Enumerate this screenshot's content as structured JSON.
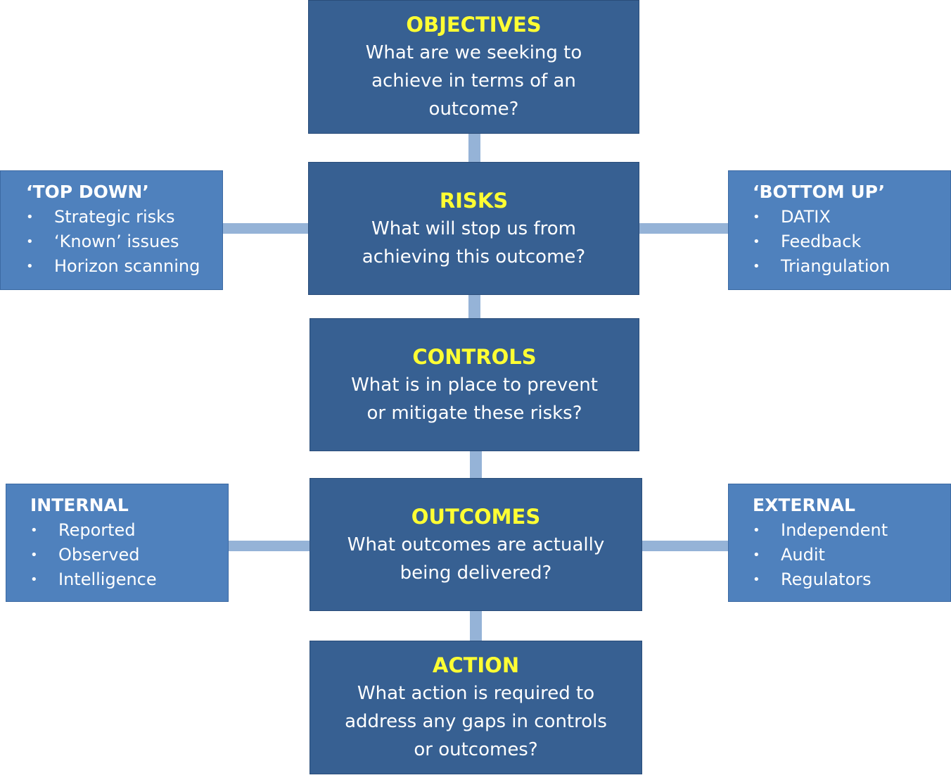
{
  "diagram": {
    "objectives": {
      "title": "OBJECTIVES",
      "lines": [
        "What are we seeking to",
        "achieve in terms of an",
        "outcome?"
      ]
    },
    "risks": {
      "title": "RISKS",
      "lines": [
        "What will stop us from",
        "achieving this outcome?"
      ]
    },
    "controls": {
      "title": "CONTROLS",
      "lines": [
        "What is in place to prevent",
        "or mitigate these risks?"
      ]
    },
    "outcomes": {
      "title": "OUTCOMES",
      "lines": [
        "What outcomes are actually",
        "being delivered?"
      ]
    },
    "action": {
      "title": "ACTION",
      "lines": [
        "What action is required to",
        "address any gaps in controls",
        "or outcomes?"
      ]
    },
    "top_down": {
      "title": "‘TOP DOWN’",
      "items": [
        "Strategic risks",
        "‘Known’ issues",
        "Horizon scanning"
      ]
    },
    "bottom_up": {
      "title": "‘BOTTOM UP’",
      "items": [
        "DATIX",
        "Feedback",
        "Triangulation"
      ]
    },
    "internal": {
      "title": "INTERNAL",
      "items": [
        "Reported",
        "Observed",
        "Intelligence"
      ]
    },
    "external": {
      "title": "EXTERNAL",
      "items": [
        "Independent",
        "Audit",
        "Regulators"
      ]
    },
    "bullet_char": "•",
    "colors": {
      "main_box": "#376092",
      "side_box": "#4f81bd",
      "connector": "#95b3d7",
      "title_yellow": "#ffff33",
      "text_white": "#ffffff"
    }
  }
}
